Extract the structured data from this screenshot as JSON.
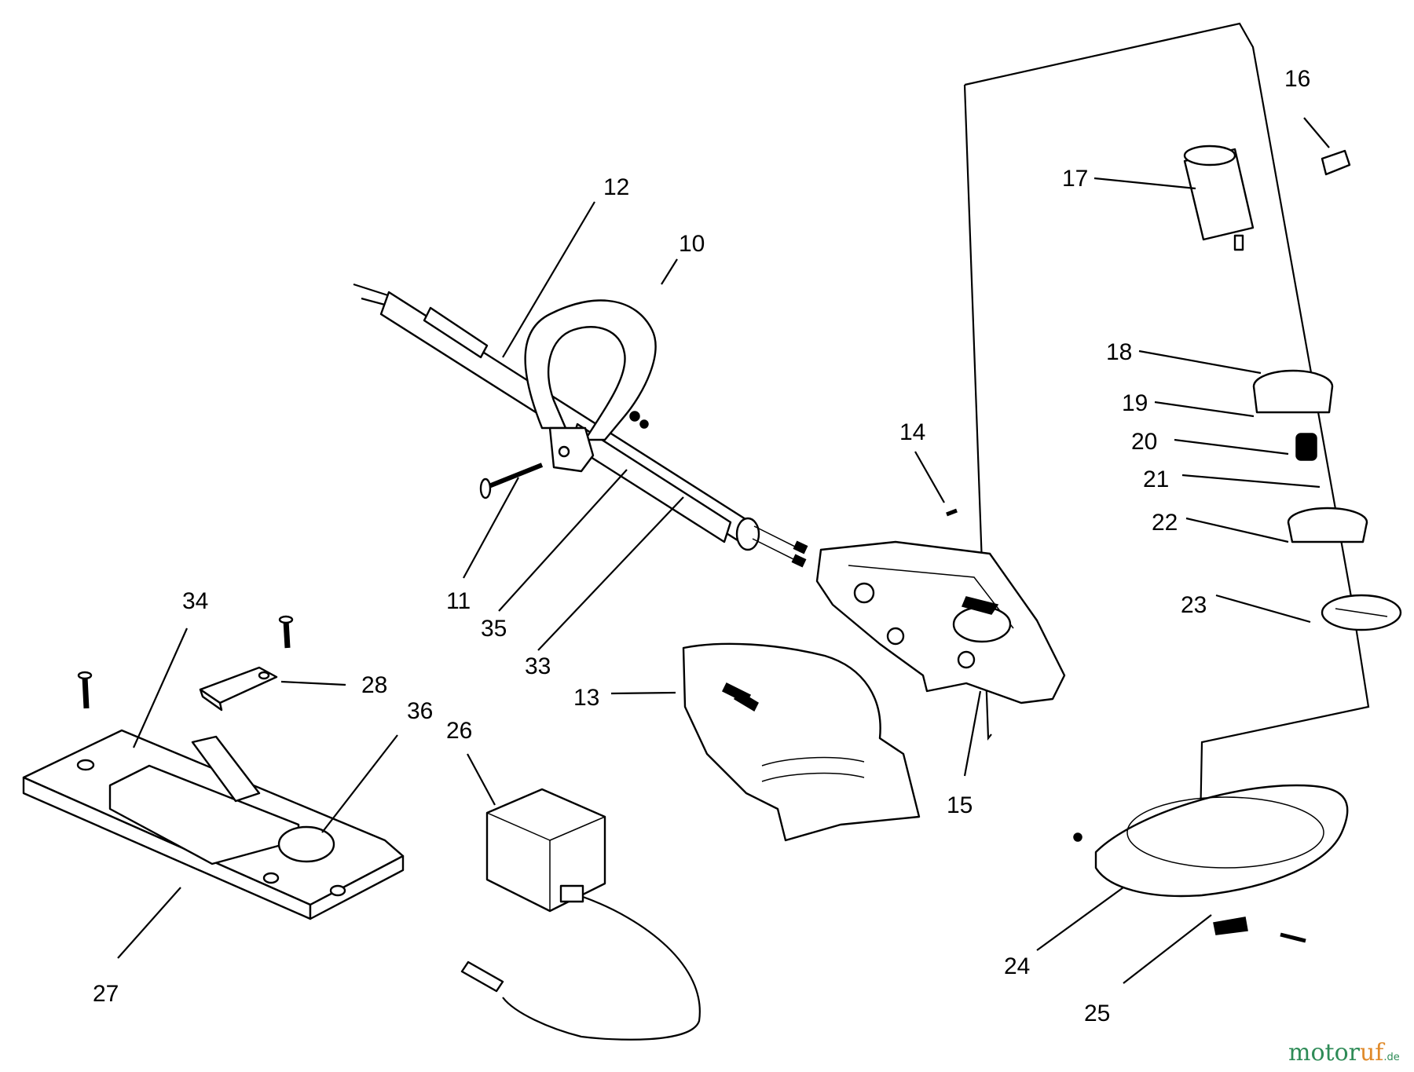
{
  "diagram": {
    "type": "exploded-parts-diagram",
    "callouts": [
      "10",
      "11",
      "12",
      "13",
      "14",
      "15",
      "16",
      "17",
      "18",
      "19",
      "20",
      "21",
      "22",
      "23",
      "24",
      "25",
      "26",
      "27",
      "28",
      "33",
      "34",
      "35",
      "36"
    ]
  },
  "watermark": {
    "text_green": "motor",
    "text_orange": "uf",
    "suffix": ".de"
  }
}
